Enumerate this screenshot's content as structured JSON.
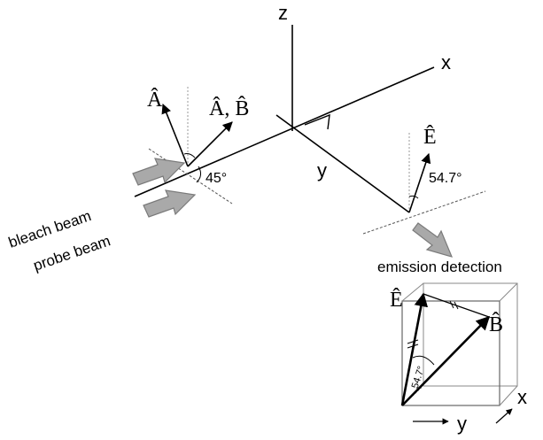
{
  "axes": {
    "z": "z",
    "x": "x",
    "y": "y"
  },
  "vectors": {
    "a": "Â",
    "ab": "Â, B̂",
    "e": "Ê"
  },
  "angles": {
    "ab_angle": "45°",
    "e_angle": "54.7°",
    "cube_angle": "54.7°"
  },
  "beams": {
    "bleach": "bleach beam",
    "probe": "probe beam"
  },
  "detection": {
    "title": "emission detection",
    "e_label": "Ê",
    "b_label": "B̂",
    "y_label": "y",
    "x_label": "x"
  },
  "colors": {
    "line": "#000000",
    "arrow_fill": "#a9a9a9",
    "arrow_stroke": "#7a7a7a",
    "guide": "#999999"
  }
}
